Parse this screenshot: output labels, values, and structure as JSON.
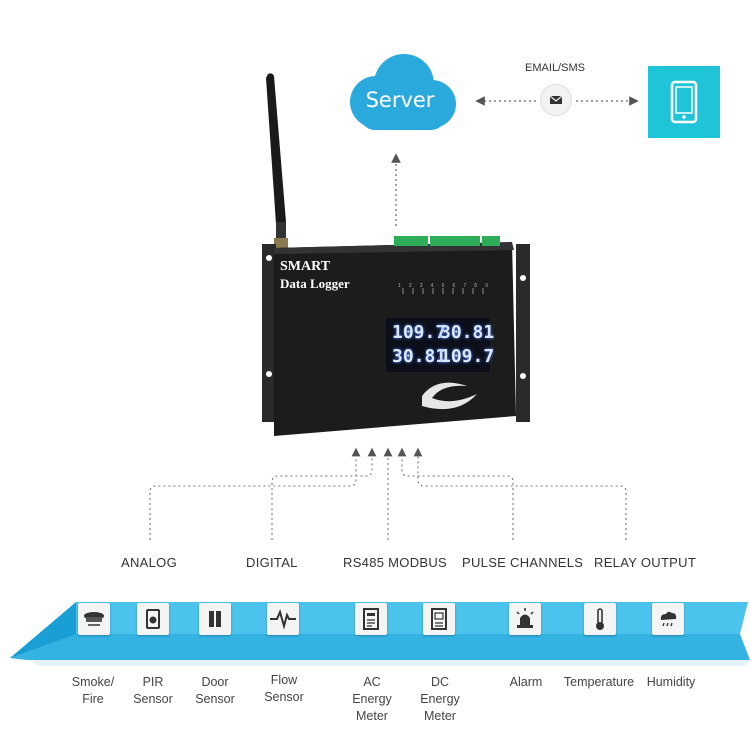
{
  "cloud": {
    "label": "Server"
  },
  "notification": {
    "label": "EMAIL/SMS"
  },
  "device": {
    "title_line1": "SMART",
    "title_line2": "Data Logger",
    "led_labels": [
      "1",
      "2",
      "3",
      "4",
      "5",
      "6",
      "7",
      "8",
      "9"
    ],
    "displays": [
      "109.7",
      "30.81",
      "30.81",
      "109.7"
    ]
  },
  "categories": [
    "ANALOG",
    "DIGITAL",
    "RS485 MODBUS",
    "PULSE CHANNELS",
    "RELAY OUTPUT"
  ],
  "sensors": [
    {
      "label_lines": [
        "Smoke/",
        "Fire"
      ],
      "icon": "smoke-detector-icon"
    },
    {
      "label_lines": [
        "PIR",
        "Sensor"
      ],
      "icon": "pir-sensor-icon"
    },
    {
      "label_lines": [
        "Door",
        "Sensor"
      ],
      "icon": "door-sensor-icon"
    },
    {
      "label_lines": [
        "Flow",
        "Sensor"
      ],
      "icon": "flow-wave-icon"
    },
    {
      "label_lines": [
        "AC",
        "Energy",
        "Meter"
      ],
      "icon": "ac-meter-icon"
    },
    {
      "label_lines": [
        "DC",
        "Energy",
        "Meter"
      ],
      "icon": "dc-meter-icon"
    },
    {
      "label_lines": [
        "Alarm"
      ],
      "icon": "alarm-light-icon"
    },
    {
      "label_lines": [
        "Temperature"
      ],
      "icon": "thermometer-icon"
    },
    {
      "label_lines": [
        "Humidity"
      ],
      "icon": "humidity-cloud-icon"
    }
  ],
  "colors": {
    "accent": "#3db6e3",
    "band_dark": "#1a9fd4",
    "phone_bg": "#1fc4d9",
    "device": "#1c1c1c"
  }
}
